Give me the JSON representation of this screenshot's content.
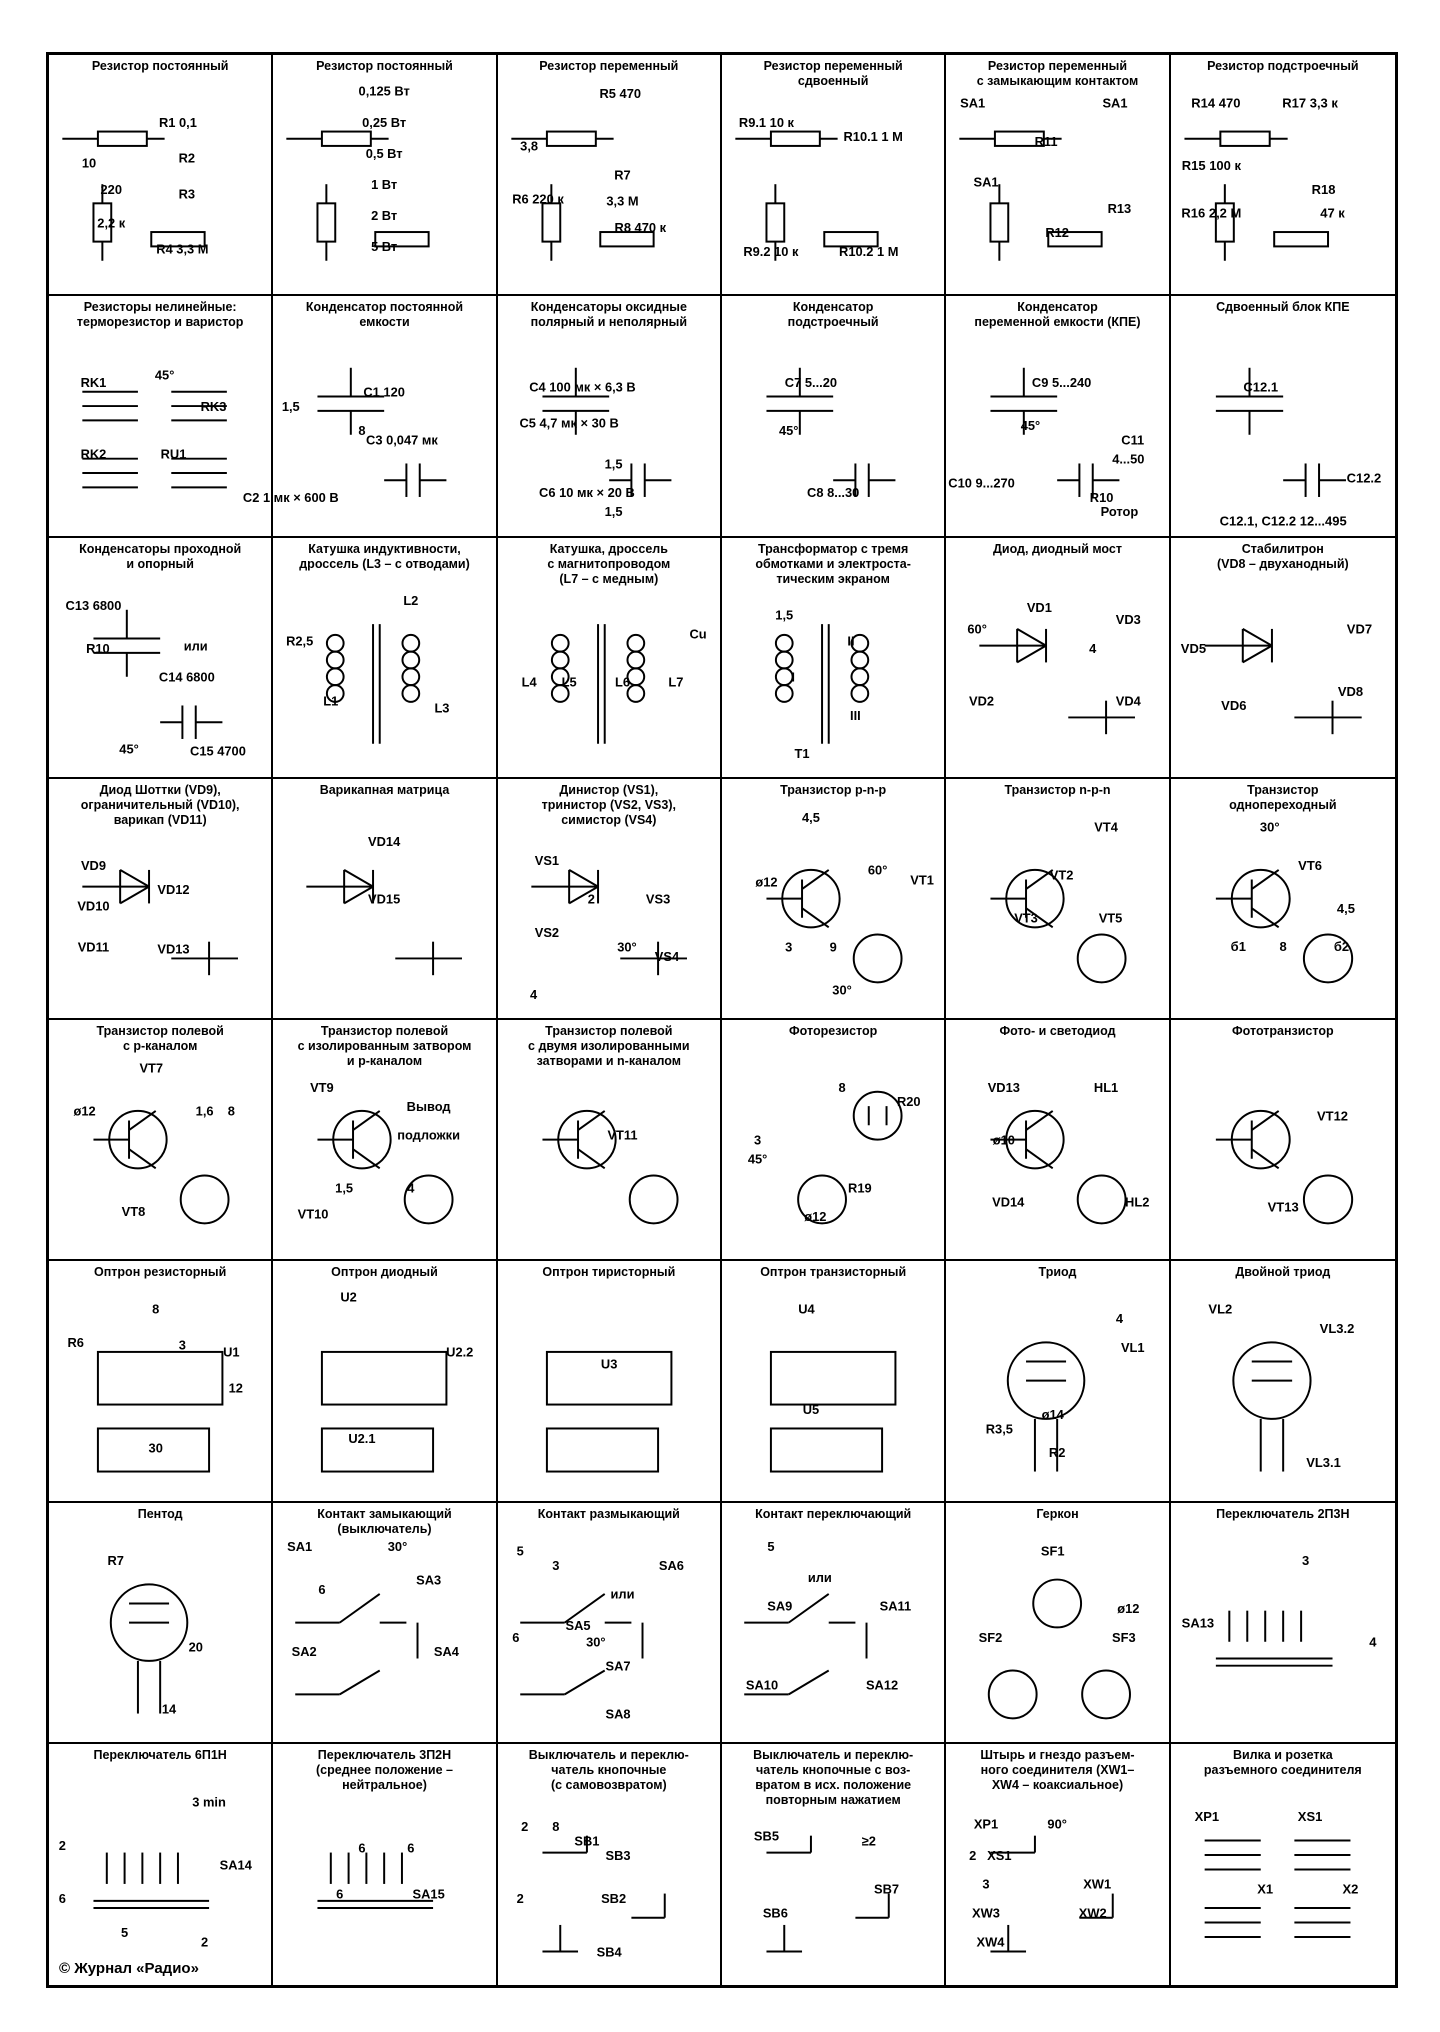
{
  "copyright": "© Журнал «Радио»",
  "cells": [
    {
      "title": "Резистор постоянный",
      "labels": [
        "R1 0,1",
        "10",
        "R2",
        "220",
        "R3",
        "2,2 к",
        "R4 3,3 М"
      ]
    },
    {
      "title": "Резистор постоянный",
      "labels": [
        "0,125 Вт",
        "0,25 Вт",
        "0,5 Вт",
        "1 Вт",
        "2 Вт",
        "5 Вт"
      ]
    },
    {
      "title": "Резистор переменный",
      "labels": [
        "R5 470",
        "3,8",
        "R7",
        "3,3 М",
        "R6 220 к",
        "R8 470 к"
      ]
    },
    {
      "title": "Резистор переменный\nсдвоенный",
      "labels": [
        "R9.1 10 к",
        "R10.1 1 М",
        "R9.2 10 к",
        "R10.2 1 М"
      ]
    },
    {
      "title": "Резистор переменный\nс замыкающим контактом",
      "labels": [
        "SA1",
        "R11",
        "SA1",
        "SA1",
        "R13",
        "R12"
      ]
    },
    {
      "title": "Резистор подстроечный",
      "labels": [
        "R14 470",
        "R17 3,3 к",
        "R15 100 к",
        "R18",
        "R16 2,2 М",
        "47 к"
      ]
    },
    {
      "title": "Резисторы нелинейные:\nтерморезистор и варистор",
      "labels": [
        "RK1",
        "45°",
        "RK3",
        "RK2",
        "RU1"
      ]
    },
    {
      "title": "Конденсатор постоянной\nемкости",
      "labels": [
        "1,5",
        "C1 120",
        "8",
        "C3 0,047 мк",
        "C2 1 мк × 600 В"
      ]
    },
    {
      "title": "Конденсаторы оксидные\nполярный и неполярный",
      "labels": [
        "C4 100 мк × 6,3 В",
        "C5 4,7 мк × 30 В",
        "1,5",
        "C6 10 мк × 20 В",
        "1,5"
      ]
    },
    {
      "title": "Конденсатор\nподстроечный",
      "labels": [
        "C7 5...20",
        "45°",
        "C8 8...30"
      ]
    },
    {
      "title": "Конденсатор\nпеременной емкости (КПЕ)",
      "labels": [
        "C9 5...240",
        "45°",
        "C11",
        "4...50",
        "C10 9...270",
        "R10",
        "Ротор"
      ]
    },
    {
      "title": "Сдвоенный блок КПЕ",
      "labels": [
        "C12.1",
        "C12.2",
        "C12.1, C12.2 12...495"
      ]
    },
    {
      "title": "Конденсаторы проходной\nи опорный",
      "labels": [
        "C13 6800",
        "R10",
        "или",
        "C14 6800",
        "45°",
        "C15 4700"
      ]
    },
    {
      "title": "Катушка индуктивности,\nдроссель (L3 – с отводами)",
      "labels": [
        "R2,5",
        "L2",
        "L1",
        "L3"
      ]
    },
    {
      "title": "Катушка, дроссель\nс магнитопроводом\n(L7 – с медным)",
      "labels": [
        "L4",
        "L5",
        "L6",
        "L7",
        "Cu"
      ]
    },
    {
      "title": "Трансформатор с тремя\nобмотками и электроста-\nтическим экраном",
      "labels": [
        "1,5",
        "I",
        "II",
        "III",
        "T1"
      ]
    },
    {
      "title": "Диод, диодный мост",
      "labels": [
        "VD1",
        "60°",
        "4",
        "VD3",
        "VD2",
        "VD4"
      ]
    },
    {
      "title": "Стабилитрон\n(VD8 – двуханодный)",
      "labels": [
        "VD5",
        "VD7",
        "VD6",
        "VD8"
      ]
    },
    {
      "title": "Диод Шоттки (VD9),\nограничительный (VD10),\nварикап (VD11)",
      "labels": [
        "VD9",
        "VD12",
        "VD10",
        "VD11",
        "VD13"
      ]
    },
    {
      "title": "Варикапная матрица",
      "labels": [
        "VD14",
        "VD15"
      ]
    },
    {
      "title": "Динистор (VS1),\nтринистор (VS2, VS3),\nсимистор (VS4)",
      "labels": [
        "VS1",
        "2",
        "VS3",
        "VS2",
        "30°",
        "VS4",
        "4"
      ]
    },
    {
      "title": "Транзистор p-n-p",
      "labels": [
        "4,5",
        "ø12",
        "9",
        "60°",
        "VT1",
        "3",
        "30°"
      ]
    },
    {
      "title": "Транзистор n-p-n",
      "labels": [
        "VT4",
        "VT2",
        "VT3",
        "VT5"
      ]
    },
    {
      "title": "Транзистор\nоднопереходный",
      "labels": [
        "30°",
        "VT6",
        "4,5",
        "б1",
        "б2",
        "8"
      ]
    },
    {
      "title": "Транзистор полевой\nс p-каналом",
      "labels": [
        "VT7",
        "ø12",
        "1,6",
        "8",
        "VT8"
      ]
    },
    {
      "title": "Транзистор полевой\nс изолированным затвором\nи p-каналом",
      "labels": [
        "VT9",
        "Вывод",
        "подложки",
        "1,5",
        "4",
        "VT10"
      ]
    },
    {
      "title": "Транзистор полевой\nс двумя изолированными\nзатворами и n-каналом",
      "labels": [
        "VT11"
      ]
    },
    {
      "title": "Фоторезистор",
      "labels": [
        "8",
        "R20",
        "3",
        "45°",
        "R19",
        "ø12"
      ]
    },
    {
      "title": "Фото- и светодиод",
      "labels": [
        "VD13",
        "HL1",
        "ø10",
        "VD14",
        "HL2"
      ]
    },
    {
      "title": "Фототранзистор",
      "labels": [
        "VT12",
        "VT13"
      ]
    },
    {
      "title": "Оптрон резисторный",
      "labels": [
        "8",
        "3",
        "R6",
        "U1",
        "12",
        "30"
      ]
    },
    {
      "title": "Оптрон диодный",
      "labels": [
        "U2",
        "U2.2",
        "U2.1"
      ]
    },
    {
      "title": "Оптрон тиристорный",
      "labels": [
        "U3"
      ]
    },
    {
      "title": "Оптрон транзисторный",
      "labels": [
        "U4",
        "U5"
      ]
    },
    {
      "title": "Триод",
      "labels": [
        "4",
        "VL1",
        "ø14",
        "R3,5",
        "R2"
      ]
    },
    {
      "title": "Двойной триод",
      "labels": [
        "VL2",
        "VL3.2",
        "VL3.1"
      ]
    },
    {
      "title": "Пентод",
      "labels": [
        "R7",
        "20",
        "14"
      ]
    },
    {
      "title": "Контакт замыкающий\n(выключатель)",
      "labels": [
        "SA1",
        "30°",
        "6",
        "SA3",
        "SA2",
        "SA4"
      ]
    },
    {
      "title": "Контакт размыкающий",
      "labels": [
        "5",
        "3",
        "SA6",
        "или",
        "6",
        "SA5",
        "30°",
        "SA7",
        "SA8"
      ]
    },
    {
      "title": "Контакт переключающий",
      "labels": [
        "5",
        "или",
        "SA9",
        "SA11",
        "SA10",
        "SA12"
      ]
    },
    {
      "title": "Геркон",
      "labels": [
        "SF1",
        "ø12",
        "SF2",
        "SF3"
      ]
    },
    {
      "title": "Переключатель 2П3Н",
      "labels": [
        "3",
        "SA13",
        "4"
      ]
    },
    {
      "title": "Переключатель 6П1Н",
      "labels": [
        "3 min",
        "2",
        "SA14",
        "6",
        "5",
        "2"
      ]
    },
    {
      "title": "Переключатель 3П2Н\n(среднее положение –\nнейтральное)",
      "labels": [
        "6",
        "6",
        "SA15",
        "6"
      ]
    },
    {
      "title": "Выключатель и переклю-\nчатель кнопочные\n(с самовозвратом)",
      "labels": [
        "2",
        "8",
        "SB1",
        "SB3",
        "2",
        "SB2",
        "SB4"
      ]
    },
    {
      "title": "Выключатель и переклю-\nчатель кнопочные с воз-\nвратом в исх. положение\nповторным нажатием",
      "labels": [
        "SB5",
        "≥2",
        "SB7",
        "SB6"
      ]
    },
    {
      "title": "Штырь и гнездо разъем-\nного соединителя (XW1–\nXW4 – коаксиальное)",
      "labels": [
        "XP1",
        "90°",
        "XS1",
        "2",
        "3",
        "XW1",
        "XW3",
        "XW2",
        "XW4"
      ]
    },
    {
      "title": "Вилка и розетка\nразъемного соединителя",
      "labels": [
        "XP1",
        "XS1",
        "X1",
        "X2"
      ]
    }
  ]
}
